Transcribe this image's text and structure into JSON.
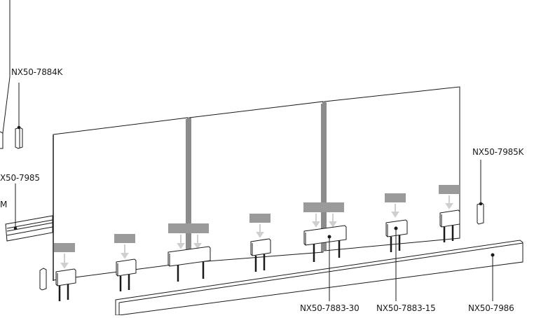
{
  "labels": {
    "nx50_7884k": "NX50-7884K",
    "nx50_7985": "X50-7985",
    "nx50_7985k": "NX50-7985K",
    "nx50_7883_30": "NX50-7883-30",
    "nx50_7883_15": "NX50-7883-15",
    "nx50_7986": "NX50-7986",
    "edge_fragment": "M"
  },
  "colors": {
    "line": "#1a1a1a",
    "tape": "#9a9a9a",
    "arrow": "#cfcfcf",
    "background": "#ffffff"
  }
}
